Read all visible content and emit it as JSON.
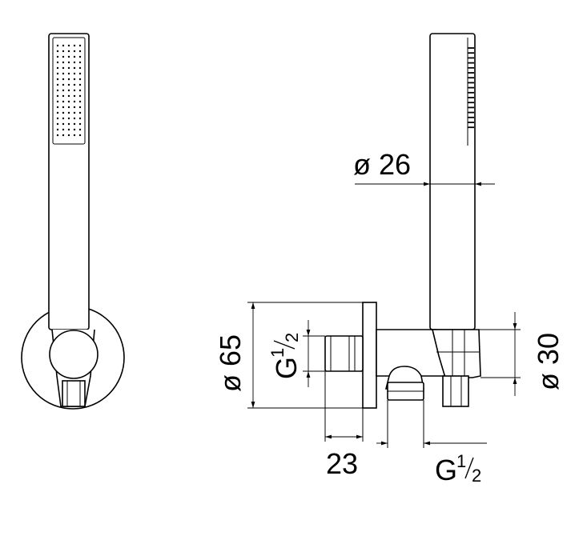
{
  "dimensions": {
    "handshower_diameter": "ø 26",
    "flange_diameter": "ø 65",
    "holder_diameter": "ø 30",
    "wall_thread": {
      "letter": "G",
      "numerator": "1",
      "denominator": "2"
    },
    "outlet_thread": {
      "letter": "G",
      "numerator": "1",
      "denominator": "2"
    },
    "projection": "23"
  }
}
